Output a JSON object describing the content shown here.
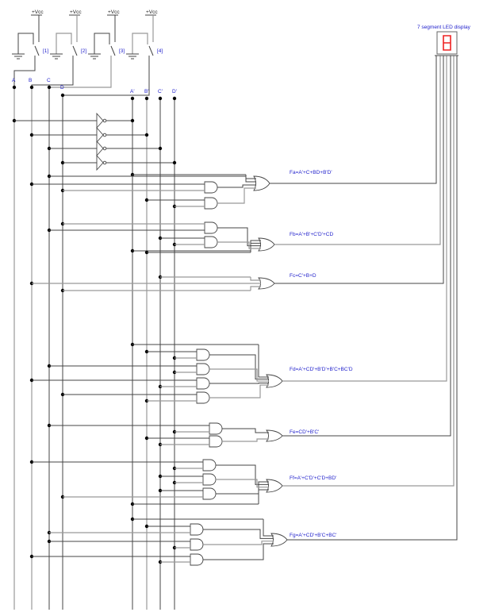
{
  "diagram": {
    "type": "7-segment decoder logic circuit",
    "supply_label": "+Vcc",
    "switches": [
      {
        "id": "[1]",
        "output": "A"
      },
      {
        "id": "[2]",
        "output": "B"
      },
      {
        "id": "[3]",
        "output": "C"
      },
      {
        "id": "[4]",
        "output": "D"
      }
    ],
    "inputs": [
      "A",
      "B",
      "C",
      "D"
    ],
    "complement_inputs": [
      "A'",
      "B'",
      "C'",
      "D'"
    ],
    "display": {
      "title": "7 segment LED display",
      "digit": "8",
      "segment_color": "#ee2222"
    },
    "outputs": [
      {
        "name": "Fa",
        "label": "Fa=A'+C+BD+B'D'"
      },
      {
        "name": "Fb",
        "label": "Fb=A'+B'+C'D'+CD"
      },
      {
        "name": "Fc",
        "label": "Fc=C'+B+D"
      },
      {
        "name": "Fd",
        "label": "Fd=A'+CD'+B'D'+B'C+BC'D"
      },
      {
        "name": "Fe",
        "label": "Fe=CD'+B'C'"
      },
      {
        "name": "Ff",
        "label": "Ff=A'+C'D'+C'D+BD'"
      },
      {
        "name": "Fg",
        "label": "Fg=A'+CD'+B'C+BC'"
      }
    ],
    "colors": {
      "wire": "#444444",
      "wire_alt": "#999999",
      "label": "#2222cc",
      "led": "#ee2222"
    }
  }
}
